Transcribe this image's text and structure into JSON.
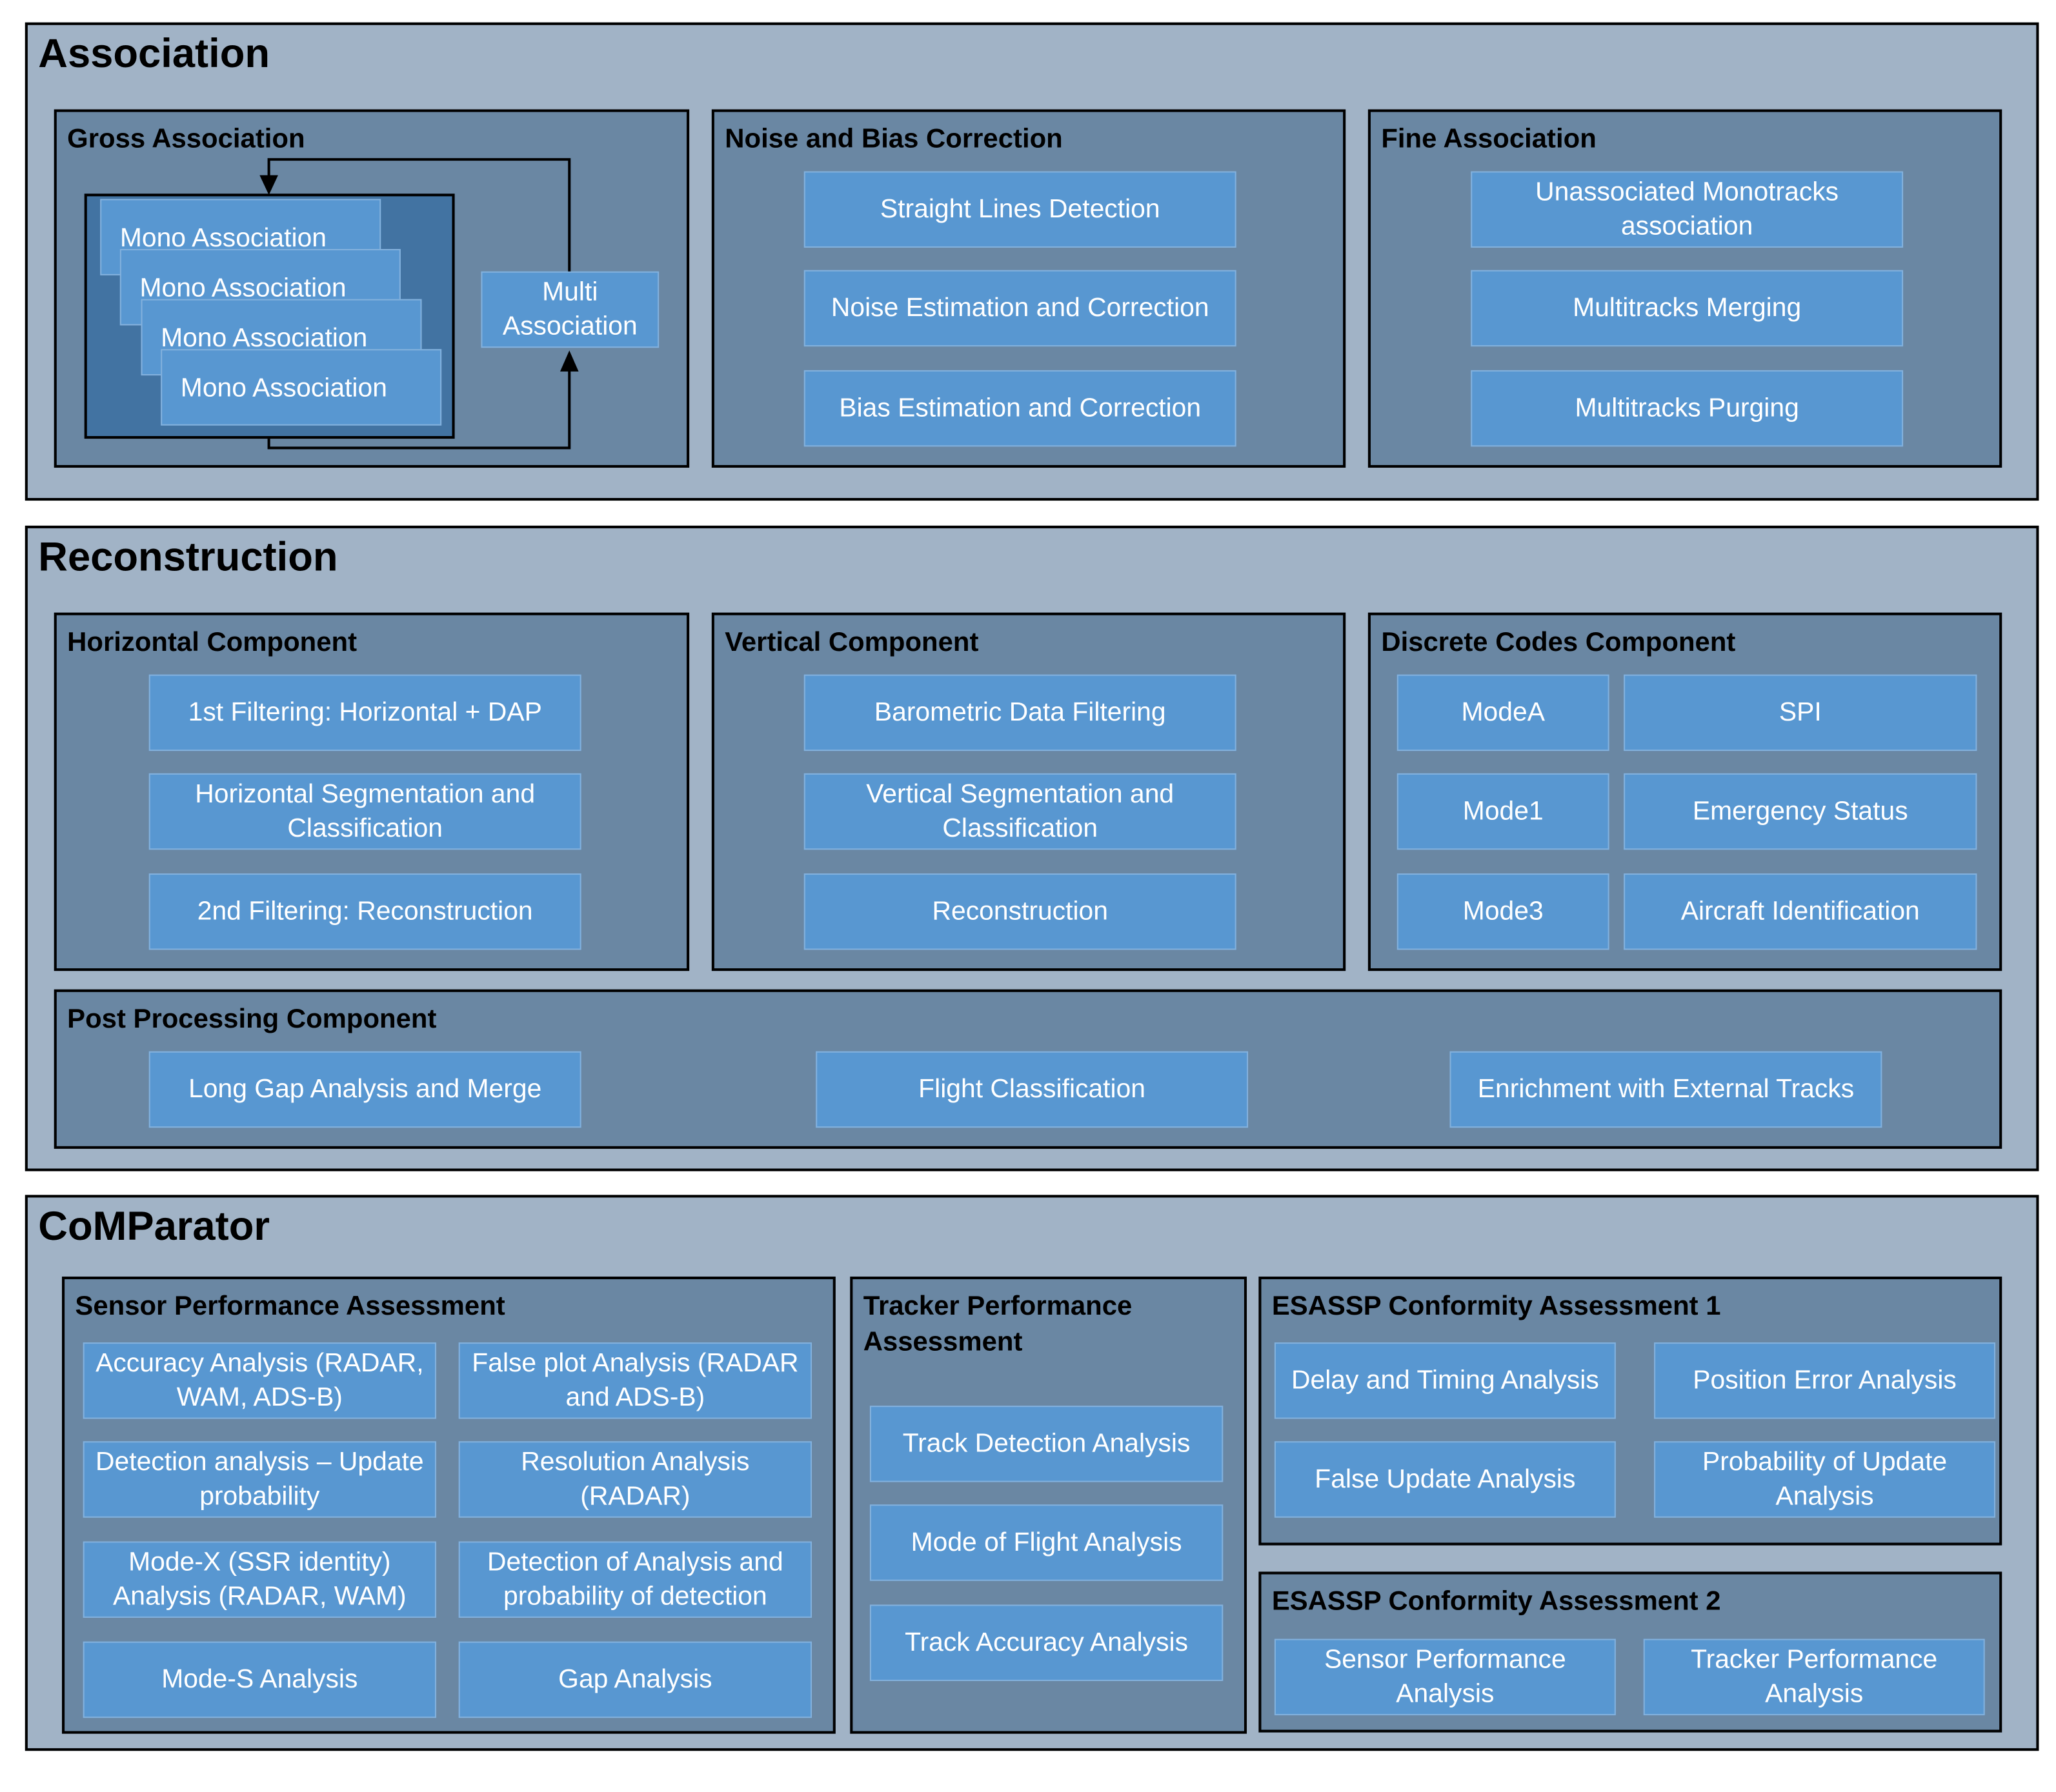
{
  "association": {
    "title": "Association",
    "gross": {
      "title": "Gross Association",
      "mono": [
        "Mono Association",
        "Mono Association",
        "Mono Association",
        "Mono Association"
      ],
      "multi": "Multi Association"
    },
    "noise": {
      "title": "Noise and Bias Correction",
      "items": [
        "Straight Lines Detection",
        "Noise Estimation and Correction",
        "Bias Estimation and Correction"
      ]
    },
    "fine": {
      "title": "Fine Association",
      "items": [
        "Unassociated Monotracks association",
        "Multitracks Merging",
        "Multitracks Purging"
      ]
    }
  },
  "reconstruction": {
    "title": "Reconstruction",
    "horizontal": {
      "title": "Horizontal Component",
      "items": [
        "1st Filtering: Horizontal + DAP",
        "Horizontal Segmentation and Classification",
        "2nd Filtering: Reconstruction"
      ]
    },
    "vertical": {
      "title": "Vertical Component",
      "items": [
        "Barometric Data Filtering",
        "Vertical Segmentation and Classification",
        "Reconstruction"
      ]
    },
    "discrete": {
      "title": "Discrete Codes Component",
      "items": [
        "ModeA",
        "SPI",
        "Mode1",
        "Emergency Status",
        "Mode3",
        "Aircraft Identification"
      ]
    },
    "post": {
      "title": "Post Processing Component",
      "items": [
        "Long Gap Analysis and Merge",
        "Flight Classification",
        "Enrichment with External Tracks"
      ]
    }
  },
  "comparator": {
    "title": "CoMParator",
    "sensor": {
      "title": "Sensor Performance Assessment",
      "items": [
        "Accuracy Analysis (RADAR, WAM, ADS-B)",
        "False plot Analysis (RADAR and ADS-B)",
        "Detection analysis – Update probability",
        "Resolution Analysis (RADAR)",
        "Mode-X (SSR identity) Analysis (RADAR, WAM)",
        "Detection of Analysis and probability of detection",
        "Mode-S Analysis",
        "Gap Analysis"
      ]
    },
    "tracker": {
      "title": "Tracker Performance Assessment",
      "items": [
        "Track Detection Analysis",
        "Mode of Flight Analysis",
        "Track Accuracy Analysis"
      ]
    },
    "esassp1": {
      "title": "ESASSP Conformity Assessment 1",
      "items": [
        "Delay and Timing Analysis",
        "Position Error Analysis",
        "False Update Analysis",
        "Probability of Update Analysis"
      ]
    },
    "esassp2": {
      "title": "ESASSP Conformity Assessment 2",
      "items": [
        "Sensor Performance Analysis",
        "Tracker Performance Analysis"
      ]
    }
  }
}
